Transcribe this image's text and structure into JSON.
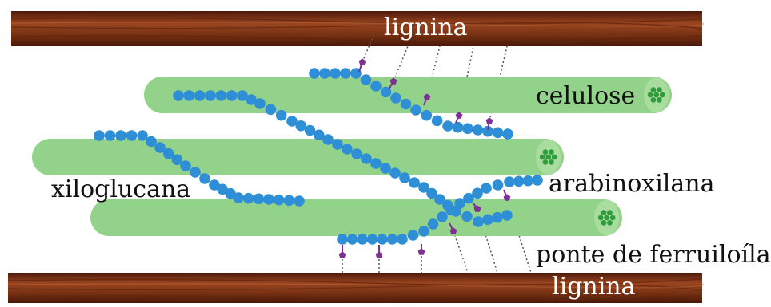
{
  "labels": {
    "lignin_top": "lignina",
    "cellulose": "celulose",
    "xyloglucan": "xiloglucana",
    "arabinoxylan": "arabinoxilana",
    "ferulic_bridge": "ponte de ferruiloíla",
    "lignin_bottom": "lignina"
  },
  "colors": {
    "wood_dark": "#5a1f0c",
    "wood_mid": "#8a3a17",
    "wood_light": "#b0562a",
    "cellulose_fiber": "#93d28a",
    "cellulose_end": "#a9dc9f",
    "cellulose_end_dots": "#2f9d3d",
    "polysaccharide_bead": "#2e8fd6",
    "lignin_link": "#7e2f93",
    "dotted_line": "#555555"
  }
}
